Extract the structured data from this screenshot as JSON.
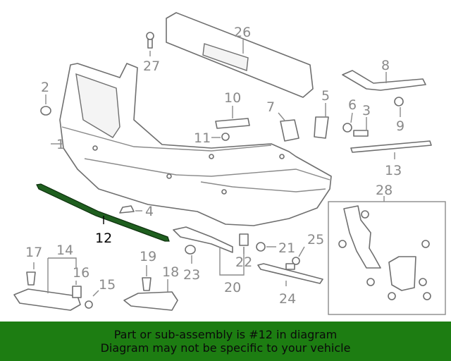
{
  "callouts": [
    {
      "id": "c1",
      "label": "1"
    },
    {
      "id": "c2",
      "label": "2"
    },
    {
      "id": "c3",
      "label": "3"
    },
    {
      "id": "c4",
      "label": "4"
    },
    {
      "id": "c5",
      "label": "5"
    },
    {
      "id": "c6",
      "label": "6"
    },
    {
      "id": "c7",
      "label": "7"
    },
    {
      "id": "c8",
      "label": "8"
    },
    {
      "id": "c9",
      "label": "9"
    },
    {
      "id": "c10",
      "label": "10"
    },
    {
      "id": "c11",
      "label": "11"
    },
    {
      "id": "c12",
      "label": "12",
      "highlighted": true
    },
    {
      "id": "c13",
      "label": "13"
    },
    {
      "id": "c14",
      "label": "14"
    },
    {
      "id": "c15",
      "label": "15"
    },
    {
      "id": "c16",
      "label": "16"
    },
    {
      "id": "c17",
      "label": "17"
    },
    {
      "id": "c18",
      "label": "18"
    },
    {
      "id": "c19",
      "label": "19"
    },
    {
      "id": "c20",
      "label": "20"
    },
    {
      "id": "c21",
      "label": "21"
    },
    {
      "id": "c22",
      "label": "22"
    },
    {
      "id": "c23",
      "label": "23"
    },
    {
      "id": "c24",
      "label": "24"
    },
    {
      "id": "c25",
      "label": "25"
    },
    {
      "id": "c26",
      "label": "26"
    },
    {
      "id": "c27",
      "label": "27"
    },
    {
      "id": "c28",
      "label": "28"
    }
  ],
  "banner": {
    "line1": "Part or sub-assembly is #12 in diagram",
    "line2": "Diagram may not be specific to your vehicle"
  },
  "colors": {
    "banner_bg": "#1d7d12",
    "highlight_part": "#1f5f1f",
    "line_art": "#6f6f6f",
    "callout_text": "#8a8a8a",
    "highlight_text": "#000000"
  }
}
